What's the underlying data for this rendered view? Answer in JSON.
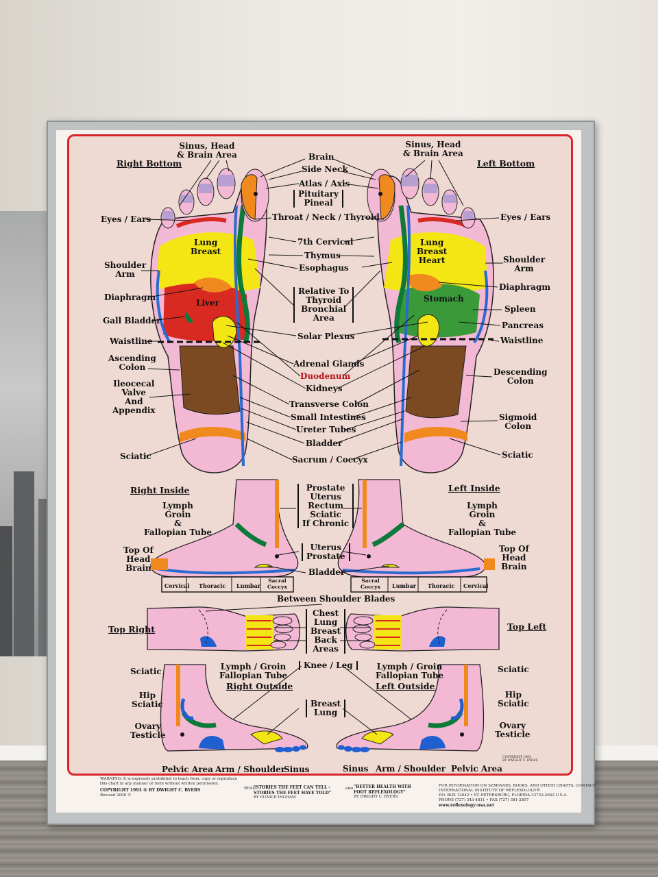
{
  "right_bottom": {
    "title": "Right Bottom",
    "labels": {
      "sinus": "Sinus, Head\n& Brain Area",
      "eyes": "Eyes / Ears",
      "lung": "Lung\nBreast",
      "shoulder": "Shoulder\nArm",
      "diaphragm": "Diaphragm",
      "liver": "Liver",
      "gall": "Gall Bladder",
      "waist": "Waistline",
      "ascending": "Ascending\nColon",
      "ileocecal": "Ileocecal\nValve\nAnd\nAppendix",
      "sciatic": "Sciatic"
    }
  },
  "left_bottom": {
    "title": "Left Bottom",
    "labels": {
      "sinus": "Sinus, Head\n& Brain Area",
      "eyes": "Eyes / Ears",
      "lung": "Lung\nBreast\nHeart",
      "shoulder": "Shoulder\nArm",
      "diaphragm": "Diaphragm",
      "stomach": "Stomach",
      "spleen": "Spleen",
      "pancreas": "Pancreas",
      "waist": "Waistline",
      "descending": "Descending\nColon",
      "sigmoid": "Sigmoid\nColon",
      "sciatic": "Sciatic"
    }
  },
  "center_labels": {
    "brain": "Brain",
    "side_neck": "Side Neck",
    "atlas": "Atlas / Axis",
    "pituitary": "Pituitary\nPineal",
    "throat": "Throat / Neck / Thyroid",
    "cervical7": "7th Cervical",
    "thymus": "Thymus",
    "esophagus": "Esophagus",
    "relative": "Relative To\nThyroid\nBronchial\nArea",
    "solar": "Solar Plexus",
    "adrenal": "Adrenal Glands",
    "duodenum": "Duodenum",
    "kidneys": "Kidneys",
    "transverse": "Transverse Colon",
    "small_int": "Small Intestines",
    "ureter": "Ureter Tubes",
    "bladder": "Bladder",
    "sacrum": "Sacrum / Coccyx"
  },
  "inside": {
    "right_title": "Right Inside",
    "left_title": "Left Inside",
    "lymph": "Lymph\nGroin\n&\nFallopian Tube",
    "top_head": "Top Of\nHead\nBrain",
    "prostate_block": "Prostate\nUterus\nRectum\nSciatic\nIf Chronic",
    "uterus_prostate": "Uterus\nProstate",
    "bladder": "Bladder",
    "spine_right": [
      "Cervical",
      "Thoracic",
      "Lumbar",
      "Sacral\nCoccyx"
    ],
    "spine_left": [
      "Sacral\nCoccyx",
      "Lumbar",
      "Thoracic",
      "Cervical"
    ]
  },
  "top": {
    "right_title": "Top Right",
    "left_title": "Top Left",
    "between": "Between Shoulder Blades",
    "chest_block": "Chest\nLung\nBreast\nBack\nAreas"
  },
  "outside": {
    "knee": "Knee / Leg",
    "lymph_r": "Lymph / Groin\nFallopian Tube",
    "lymph_l": "Lymph / Groin\nFallopian Tube",
    "right_title": "Right Outside",
    "left_title": "Left Outside",
    "sciatic": "Sciatic",
    "hip": "Hip\nSciatic",
    "ovary": "Ovary\nTesticle",
    "breast_lung": "Breast\nLung",
    "pelvic": "Pelvic Area",
    "arm_shoulder": "Arm / Shoulder",
    "sinus": "Sinus"
  },
  "copyright_small": "COPYRIGHT 1993\nBY DWIGHT C. BYERS",
  "footer": {
    "warning": "WARNING: It is expressly prohibited to teach from, copy or reproduce\nthis chart in any manner or form without written permission.",
    "copyright": "COPYRIGHT 1993 ® BY DWIGHT C. BYERS",
    "revised": "Revised 2000 ©",
    "read_label": "READ",
    "book1": "\"STORIES THE FEET CAN TELL -\nSTORIES THE FEET HAVE TOLD\"",
    "book1_author": "BY EUNICE INGHAM",
    "also_label": "also",
    "book2": "\"BETTER HEALTH WITH\nFOOT REFLEXOLOGY\"",
    "book2_author": "BY DWIGHT C. BYERS",
    "info": "FOR INFORMATION ON SEMINARS, BOOKS, AND OTHER CHARTS, CONTACT\nINTERNATIONAL INSTITUTE OF REFLEXOLOGY®\nP.O. BOX 12642 • ST. PETERSBURG, FLORIDA 33733-2642 U.S.A.\nPHONE (727) 343-4811 • FAX (727) 381-2807",
    "url": "www.reflexology-usa.net"
  }
}
